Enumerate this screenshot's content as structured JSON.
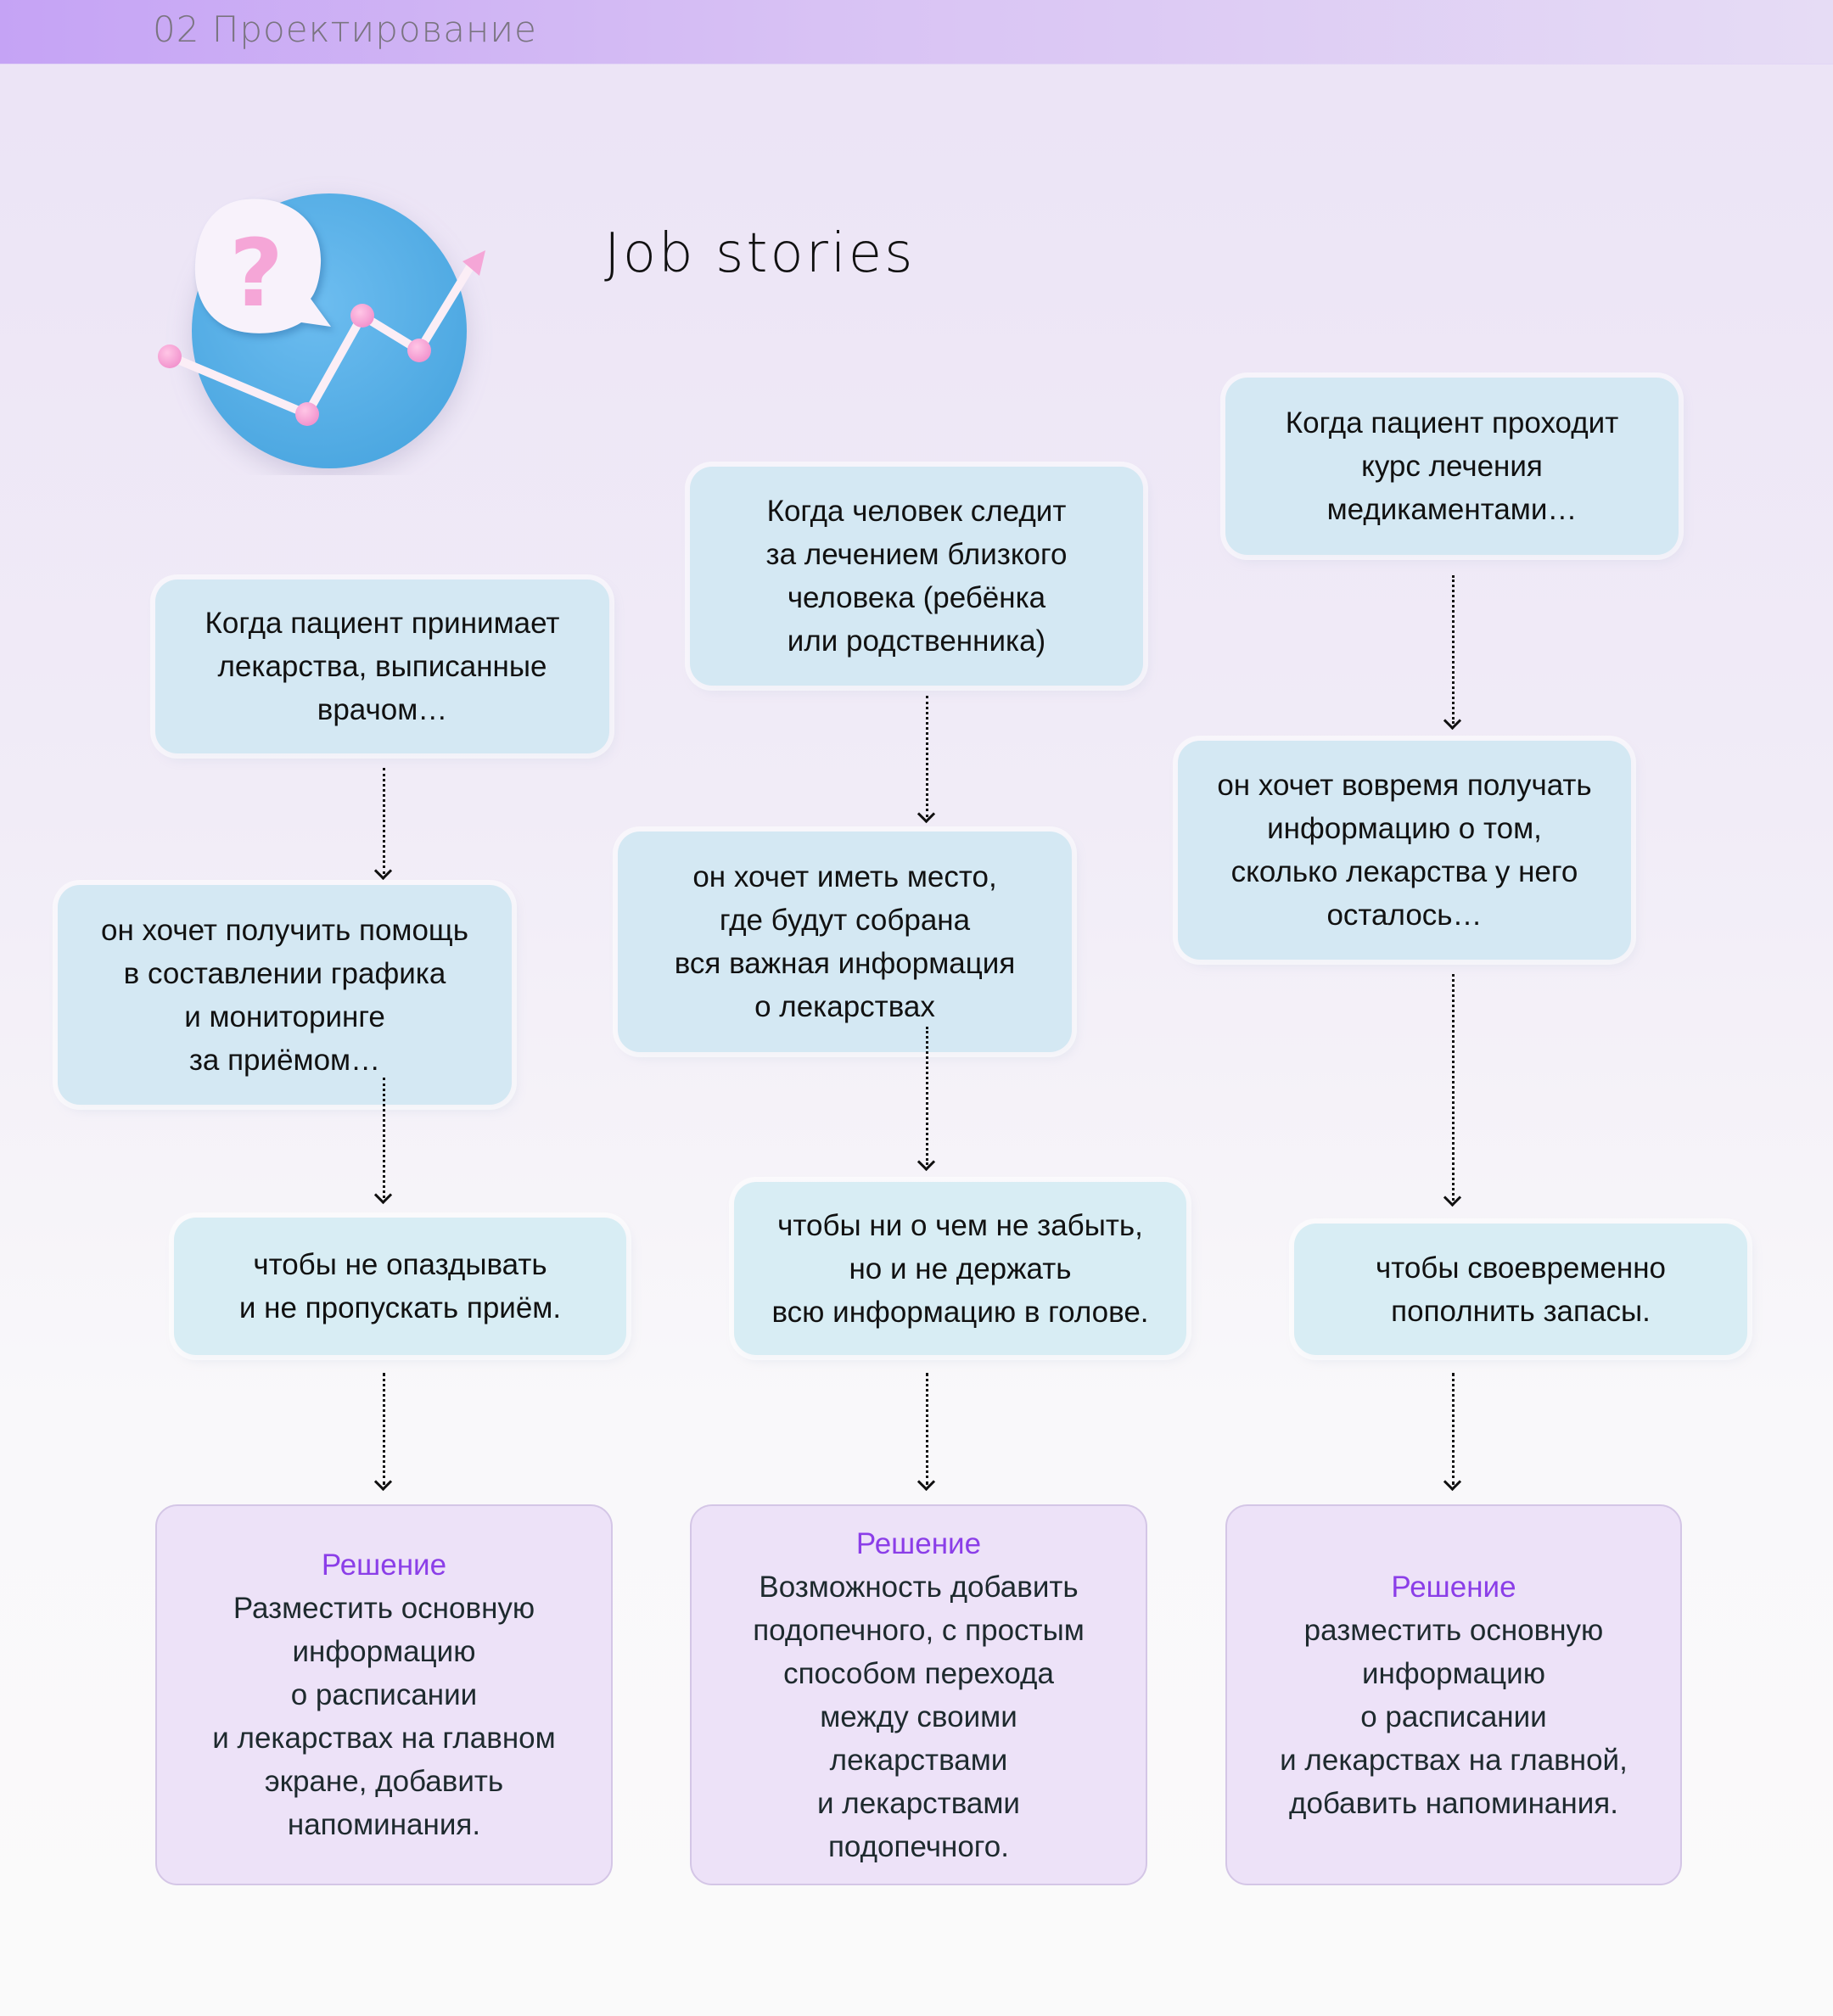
{
  "header": {
    "title": "02 Проектирование"
  },
  "page": {
    "title": "Job stories"
  },
  "illustration": {
    "icon": "question-chart-illustration"
  },
  "colors": {
    "card_bg": "#d4e8f3",
    "solution_bg": "#ede2f8",
    "solution_accent": "#8b3ee8",
    "header_gradient_start": "#c5a3f5"
  },
  "columns": [
    {
      "situation": "Когда пациент принимает\nлекарства, выписанные\nврачом…",
      "motivation": "он хочет получить помощь\nв составлении графика\nи мониторинге\nза приёмом…",
      "outcome": "чтобы не опаздывать\nи не пропускать приём.",
      "solution_title": "Решение",
      "solution_text": "Разместить основную\nинформацию\nо расписании\nи лекарствах на главном\nэкране, добавить\nнапоминания."
    },
    {
      "situation": "Когда человек следит\nза лечением близкого\nчеловека (ребёнка\nили родственника)",
      "motivation": "он хочет иметь место,\nгде будут собрана\nвся важная информация\nо лекарствах",
      "outcome": "чтобы ни о чем не забыть,\nно и не держать\nвсю информацию в голове.",
      "solution_title": "Решение",
      "solution_text": "Возможность добавить\nподопечного, с простым\nспособом перехода\nмежду своими\nлекарствами\nи лекарствами\nподопечного."
    },
    {
      "situation": "Когда пациент проходит\nкурс лечения\nмедикаментами…",
      "motivation": "он хочет вовремя получать\nинформацию о том,\nсколько лекарства у него\nосталось…",
      "outcome": "чтобы своевременно\nпополнить запасы.",
      "solution_title": "Решение",
      "solution_text": "разместить основную\nинформацию\nо расписании\nи лекарствах на главной,\nдобавить напоминания."
    }
  ]
}
